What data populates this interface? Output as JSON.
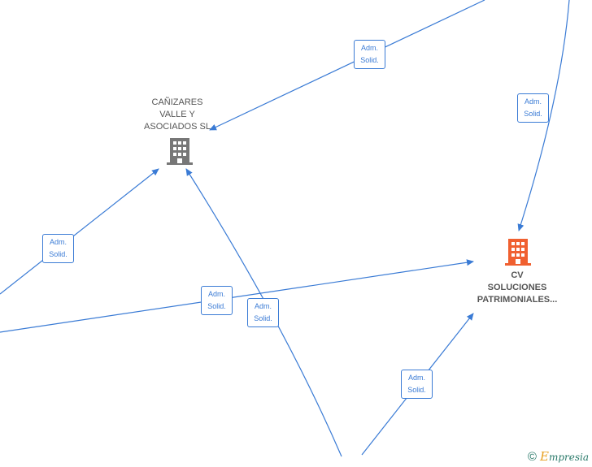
{
  "colors": {
    "edge": "#3a7bd5",
    "building_secondary": "#777777",
    "building_main": "#f06030",
    "brand": "#2a7a6a",
    "brand_accent": "#e8a020"
  },
  "nodes": {
    "canizares": {
      "line1": "CAÑIZARES",
      "line2": "VALLE Y",
      "line3": "ASOCIADOS SL",
      "icon": "building-icon"
    },
    "cv": {
      "line1": "CV",
      "line2": "SOLUCIONES",
      "line3": "PATRIMONIALES...",
      "icon": "building-icon"
    }
  },
  "edge_labels": [
    {
      "l1": "Adm.",
      "l2": "Solid."
    },
    {
      "l1": "Adm.",
      "l2": "Solid."
    },
    {
      "l1": "Adm.",
      "l2": "Solid."
    },
    {
      "l1": "Adm.",
      "l2": "Solid."
    },
    {
      "l1": "Adm.",
      "l2": "Solid."
    },
    {
      "l1": "Adm.",
      "l2": "Solid."
    }
  ],
  "brand": {
    "copyright": "©",
    "logo_first": "E",
    "logo_rest": "mpresia"
  }
}
